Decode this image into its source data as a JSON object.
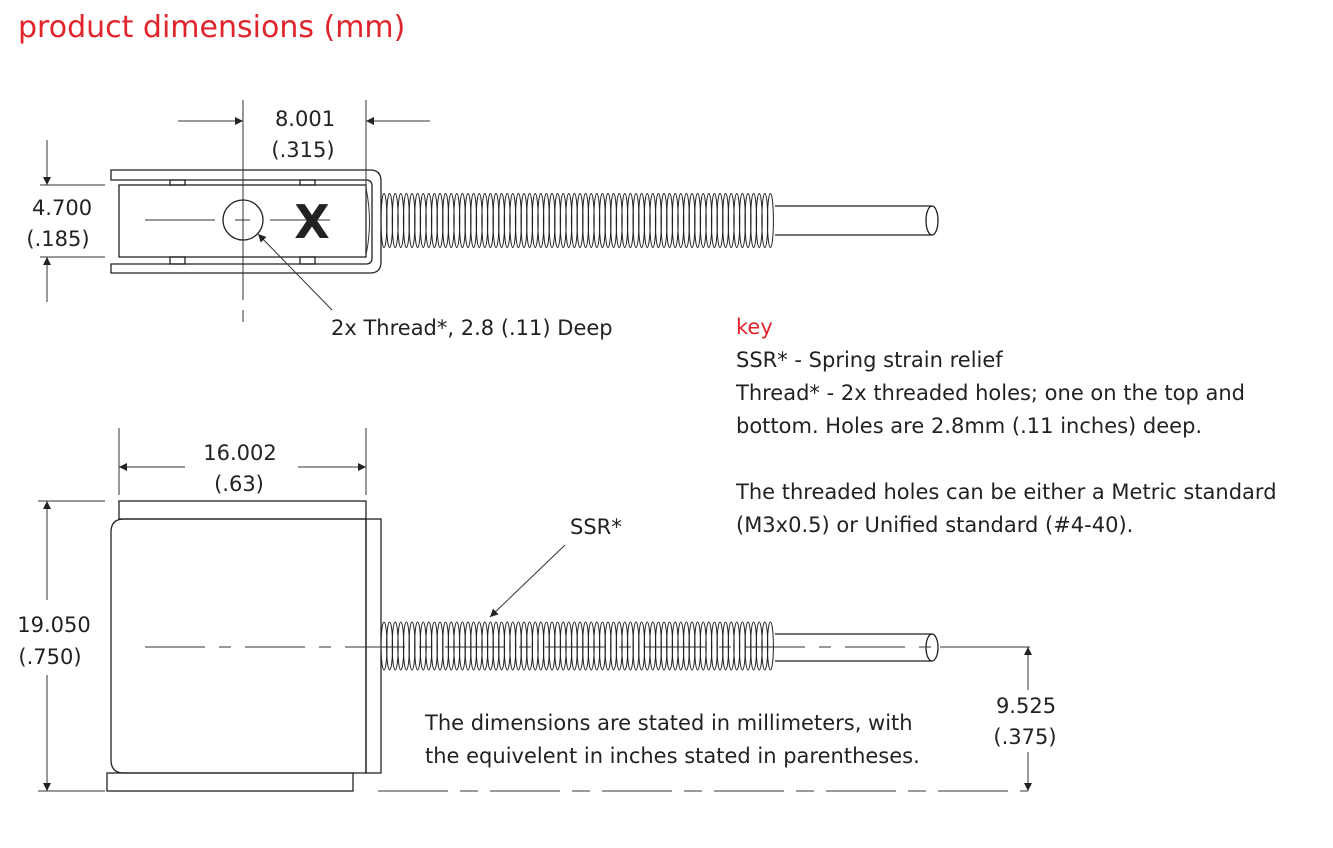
{
  "title": "product dimensions (mm)",
  "top_view": {
    "width_dim": {
      "mm": "8.001",
      "in": "(.315)"
    },
    "height_dim": {
      "mm": "4.700",
      "in": "(.185)"
    },
    "marker": "X",
    "thread_callout": "2x Thread*, 2.8 (.11) Deep"
  },
  "side_view": {
    "width_dim": {
      "mm": "16.002",
      "in": "(.63)"
    },
    "height_dim": {
      "mm": "19.050",
      "in": "(.750)"
    },
    "offset_dim": {
      "mm": "9.525",
      "in": "(.375)"
    },
    "ssr_callout": "SSR*",
    "note_lines": [
      "The dimensions are stated in millimeters, with",
      "the equivelent in inches stated in parentheses."
    ]
  },
  "key": {
    "heading": "key",
    "lines": [
      "SSR* - Spring strain relief",
      "Thread* - 2x threaded holes; one on the top and",
      "bottom. Holes are 2.8mm (.11 inches) deep.",
      "The threaded holes can be either a Metric standard",
      "(M3x0.5) or Unified standard  (#4-40)."
    ]
  },
  "colors": {
    "accent": "#e0242b",
    "line": "#222222"
  }
}
